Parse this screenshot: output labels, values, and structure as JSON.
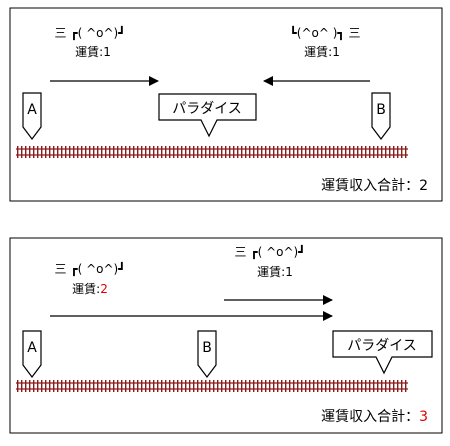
{
  "colors": {
    "track": "#8b1a1a",
    "highlight": "#e00000",
    "stroke": "#000000"
  },
  "top_panel": {
    "traveler_left": {
      "face": "三 ┏( ^o^)┛",
      "fare_label": "運賃:",
      "fare_value": "1"
    },
    "traveler_right": {
      "face": "┗(^o^ )┓ 三",
      "fare_label": "運賃:",
      "fare_value": "1"
    },
    "station_a": "A",
    "station_b": "B",
    "paradise": "パラダイス",
    "total_label": "運賃収入合計：",
    "total_value": "2"
  },
  "bottom_panel": {
    "traveler_left": {
      "face": "三 ┏( ^o^)┛",
      "fare_label": "運賃:",
      "fare_value": "2"
    },
    "traveler_right": {
      "face": "三 ┏( ^o^)┛",
      "fare_label": "運賃:",
      "fare_value": "1"
    },
    "station_a": "A",
    "station_b": "B",
    "paradise": "パラダイス",
    "total_label": "運賃収入合計：",
    "total_value": "3"
  }
}
